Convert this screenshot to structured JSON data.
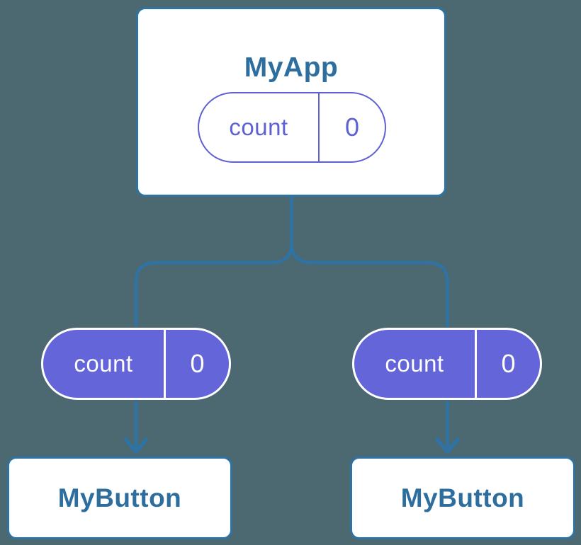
{
  "colors": {
    "background": "#4C6871",
    "connector_blue": "#2E73A4",
    "node_border_blue": "#2E73A4",
    "node_text_blue": "#2D6E9F",
    "purple_outline": "#5E61D3",
    "purple_fill": "#6365D9",
    "pill_text_on_fill": "#FFFFFF"
  },
  "diagram": {
    "root": {
      "title": "MyApp",
      "state": {
        "label": "count",
        "value": "0"
      }
    },
    "children": [
      {
        "title": "MyButton",
        "state": {
          "label": "count",
          "value": "0"
        }
      },
      {
        "title": "MyButton",
        "state": {
          "label": "count",
          "value": "0"
        }
      }
    ]
  }
}
